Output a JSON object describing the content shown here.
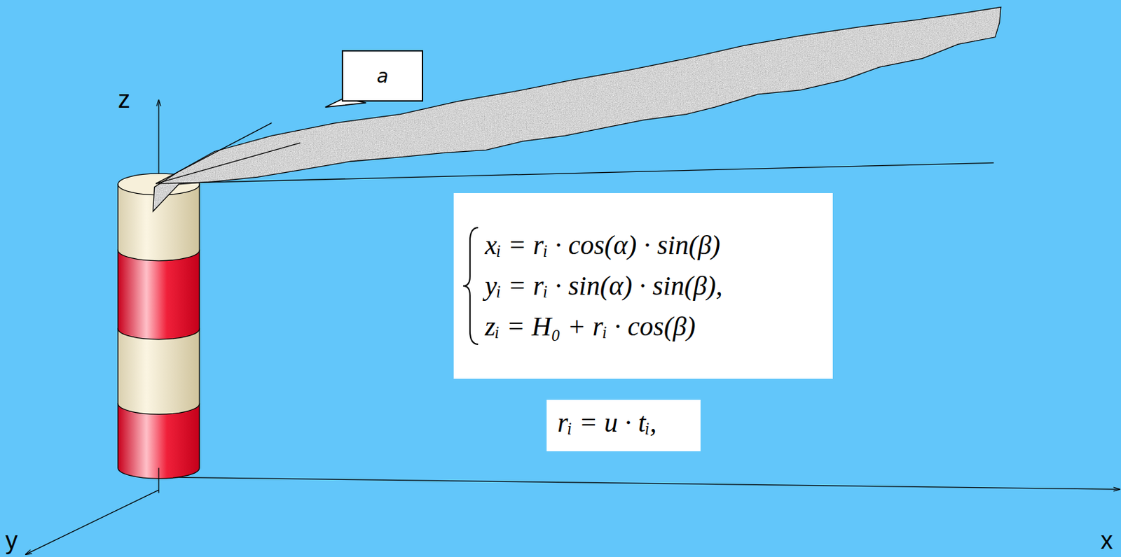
{
  "diagram": {
    "nodes": [
      {
        "text": [
          "a"
        ]
      },
      {
        "text": [
          "xᵢ = rᵢ · cos(α) · sin(β)",
          "yᵢ = rᵢ · sin(α) · sin(β),",
          "zᵢ = H₀ + rᵢ · cos(β)"
        ]
      },
      {
        "text": [
          "rᵢ = u · tᵢ,"
        ]
      }
    ],
    "labels": [
      "z",
      "y",
      "x"
    ]
  }
}
